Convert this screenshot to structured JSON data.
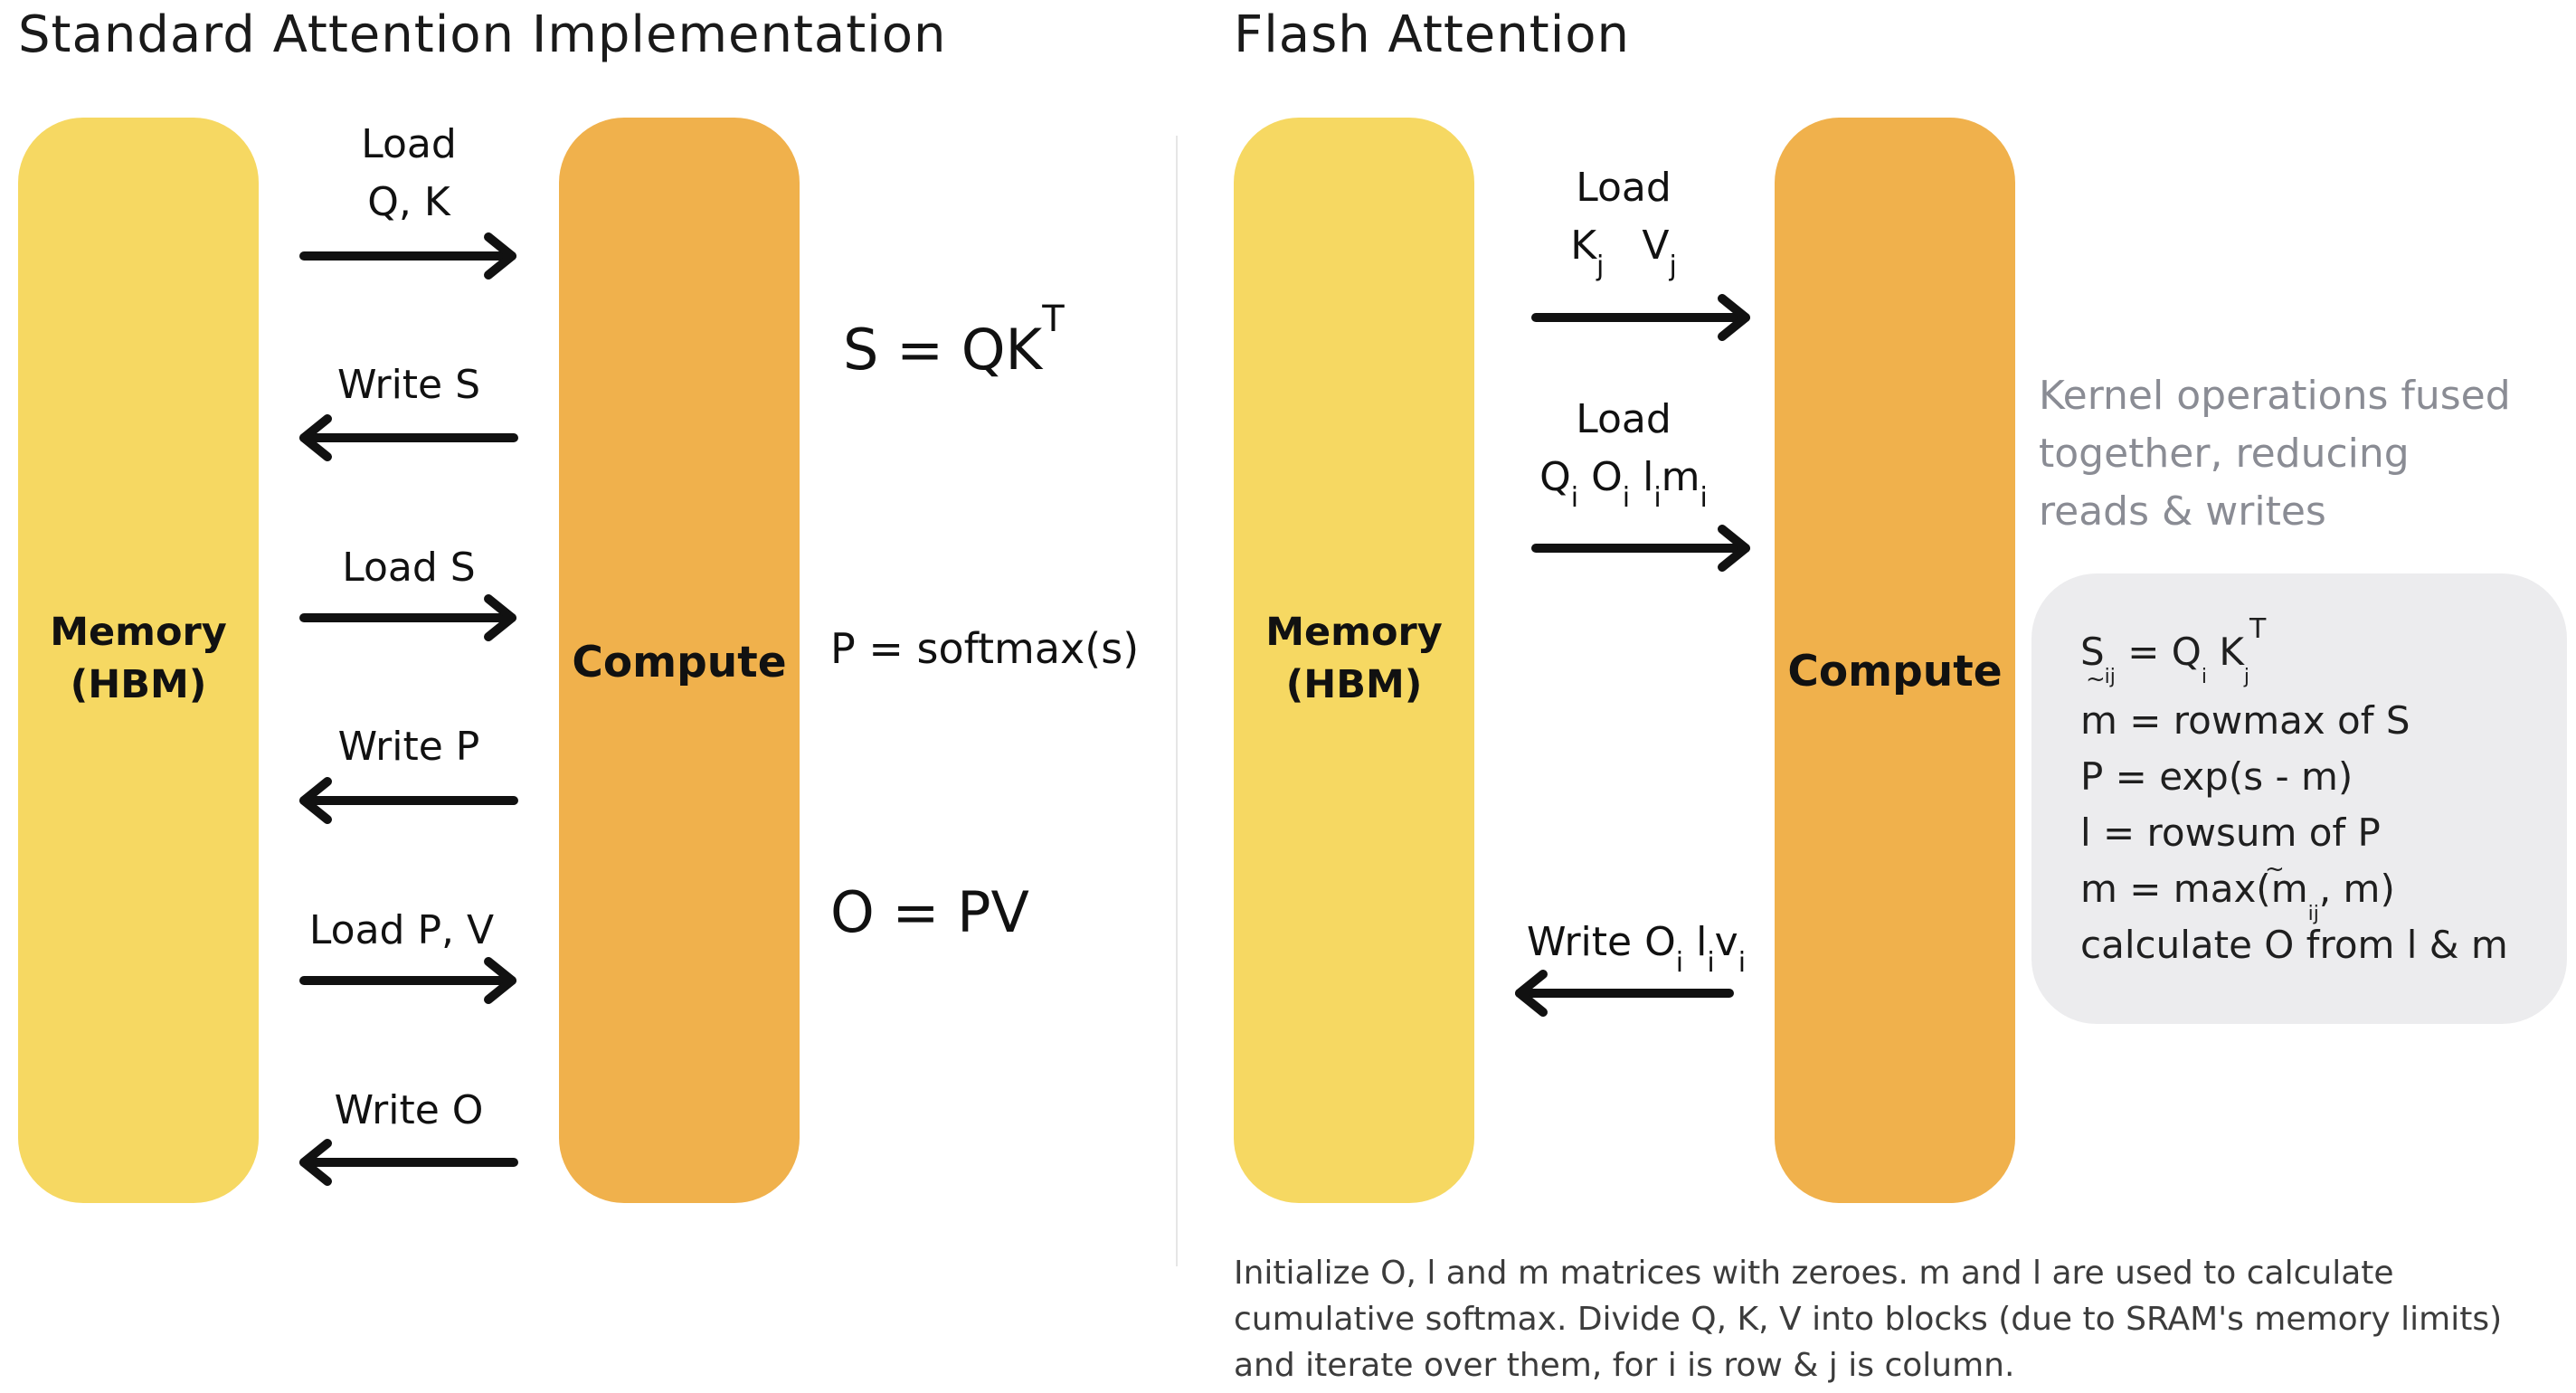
{
  "left": {
    "title": "Standard Attention Implementation",
    "memory_label": [
      "Memory",
      "(HBM)"
    ],
    "compute_label": "Compute",
    "arrows": [
      {
        "label": [
          "Load",
          "Q, K"
        ],
        "direction": "right"
      },
      {
        "label": [
          "Write S"
        ],
        "direction": "left"
      },
      {
        "label": [
          "Load S"
        ],
        "direction": "right"
      },
      {
        "label": [
          "Write P"
        ],
        "direction": "left"
      },
      {
        "label": [
          "Load P, V"
        ],
        "direction": "right"
      },
      {
        "label": [
          "Write O"
        ],
        "direction": "left"
      }
    ],
    "formulas": {
      "s": {
        "base": "S = QK",
        "sup": "T"
      },
      "p": "P = softmax(s)",
      "o": "O = PV"
    }
  },
  "right": {
    "title": "Flash Attention",
    "memory_label": [
      "Memory",
      "(HBM)"
    ],
    "compute_label": "Compute",
    "arrow1": {
      "line1": "Load",
      "k": "K",
      "v": "V",
      "sub": "j",
      "direction": "right"
    },
    "arrow2": {
      "line1": "Load",
      "q": "Q",
      "o": "O",
      "l": "l",
      "m": "m",
      "sub": "i",
      "direction": "right"
    },
    "arrow3": {
      "w": "Write O",
      "l": "l",
      "v": "v",
      "sub": "i",
      "direction": "left"
    },
    "note": [
      "Kernel operations fused",
      "together, reducing",
      "reads & writes"
    ],
    "panel": {
      "s": {
        "S": "S",
        "ij": "ij",
        "eq": "= Q",
        "i": "i",
        "K": "K",
        "j": "j",
        "T": "T"
      },
      "tilde": "~",
      "m_line": "m = rowmax of S",
      "p_line": "P = exp(s - m)",
      "l_line": "l = rowsum of P",
      "mmax": {
        "a": "m = max(m",
        "tilde": "~",
        "ij": "ij",
        "b": ", m)"
      },
      "calc_line": "calculate O from l & m"
    },
    "footer": [
      "Initialize O, l and m matrices with zeroes. m and l are used to calculate",
      "cumulative softmax. Divide Q, K, V into blocks (due to SRAM's memory limits)",
      "and iterate over them, for i is row & j is column."
    ]
  },
  "colors": {
    "memory": "#f6d862",
    "compute": "#f0b14c",
    "panel": "#ececee",
    "note_text": "#8a8c94"
  }
}
